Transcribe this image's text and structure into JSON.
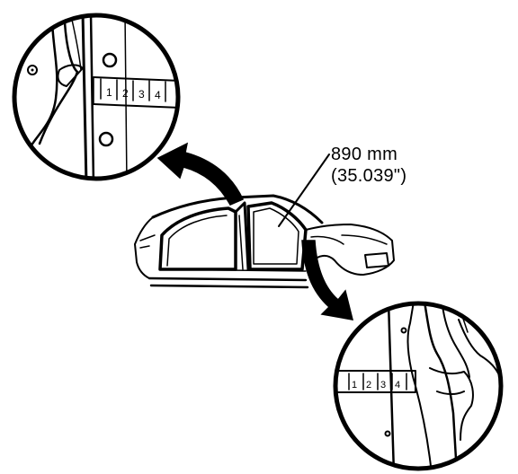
{
  "measurement": {
    "metric": "890 mm",
    "imperial": "(35.039\")"
  },
  "upper_detail": {
    "scale_marks": [
      "1",
      "2",
      "3",
      "4"
    ]
  },
  "lower_detail": {
    "scale_marks": [
      "1",
      "2",
      "3",
      "4"
    ]
  },
  "colors": {
    "ink": "#000000",
    "paper": "#ffffff"
  }
}
